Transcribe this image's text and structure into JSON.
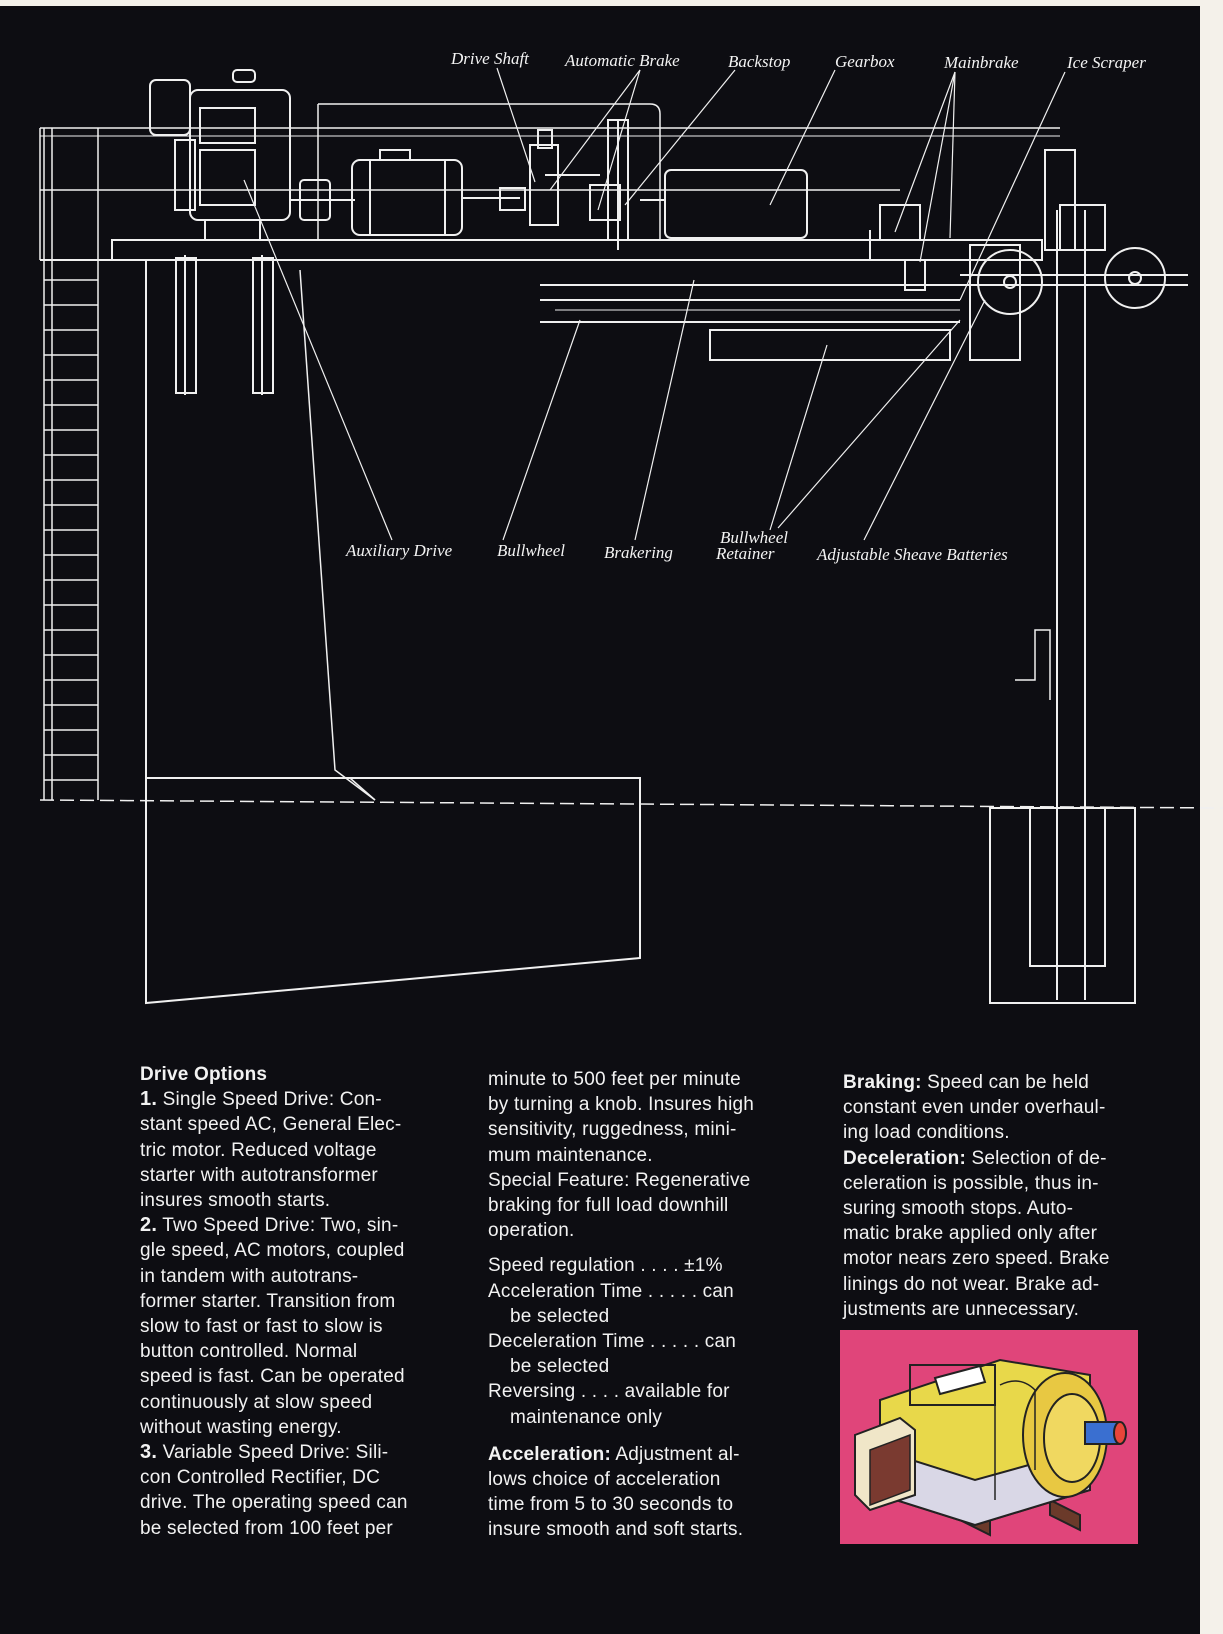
{
  "diagram": {
    "top_labels": {
      "drive_shaft": "Drive Shaft",
      "automatic_brake": "Automatic Brake",
      "backstop": "Backstop",
      "gearbox": "Gearbox",
      "mainbrake": "Mainbrake",
      "ice_scraper": "Ice Scraper"
    },
    "bottom_labels": {
      "auxiliary_drive": "Auxiliary Drive",
      "bullwheel": "Bullwheel",
      "brakering": "Brakering",
      "bullwheel_retainer_1": "Bullwheel",
      "bullwheel_retainer_2": "Retainer",
      "adjustable_sheave_batteries": "Adjustable Sheave Batteries"
    }
  },
  "text": {
    "drive_options_heading": "Drive Options",
    "item1_num": "1.",
    "item1_lines": [
      "Single Speed Drive: Con-",
      "stant speed AC, General Elec-",
      "tric motor. Reduced voltage",
      "starter with autotransformer",
      "insures smooth starts."
    ],
    "item2_num": "2.",
    "item2_lines": [
      "Two Speed Drive: Two, sin-",
      "gle speed, AC motors, coupled",
      "in tandem with autotrans-",
      "former starter. Transition from",
      "slow to fast or fast to slow is",
      "button controlled. Normal",
      "speed is fast. Can be operated",
      "continuously at slow speed",
      "without wasting energy."
    ],
    "item3_num": "3.",
    "item3_lines": [
      "Variable Speed Drive: Sili-",
      "con Controlled Rectifier, DC",
      "drive. The operating speed can",
      "be selected from 100 feet per"
    ],
    "col2_lines": [
      "minute to 500 feet per minute",
      "by turning a knob. Insures high",
      "sensitivity, ruggedness, mini-",
      "mum maintenance.",
      "Special Feature: Regenerative",
      "braking for full load downhill",
      "operation."
    ],
    "spec_speed_regulation": "Speed regulation . . . . ±1%",
    "spec_acceleration": "Acceleration Time . . . . . can",
    "spec_acceleration_2": "be selected",
    "spec_deceleration": "Deceleration Time . . . . . can",
    "spec_deceleration_2": "be selected",
    "spec_reversing": "Reversing  . . . . available for",
    "spec_reversing_2": "maintenance only",
    "acceleration_heading": "Acceleration:",
    "acceleration_lines": [
      " Adjustment al-",
      "lows choice of acceleration",
      "time from 5 to 30 seconds to",
      "insure smooth and soft starts."
    ],
    "braking_heading": "Braking:",
    "braking_lines": [
      " Speed can be held",
      "constant even under overhaul-",
      "ing load conditions."
    ],
    "deceleration_heading": "Deceleration:",
    "deceleration_lines": [
      " Selection of de-",
      "celeration is possible, thus in-",
      "suring smooth stops. Auto-",
      "matic brake applied only after",
      "motor nears zero speed. Brake",
      "linings do not wear. Brake ad-",
      "justments are unnecessary."
    ]
  },
  "colors": {
    "background": "#0d0d12",
    "line": "#f0f0f0",
    "illustration_bg": "#e0457a",
    "motor_yellow": "#e8d84a"
  }
}
